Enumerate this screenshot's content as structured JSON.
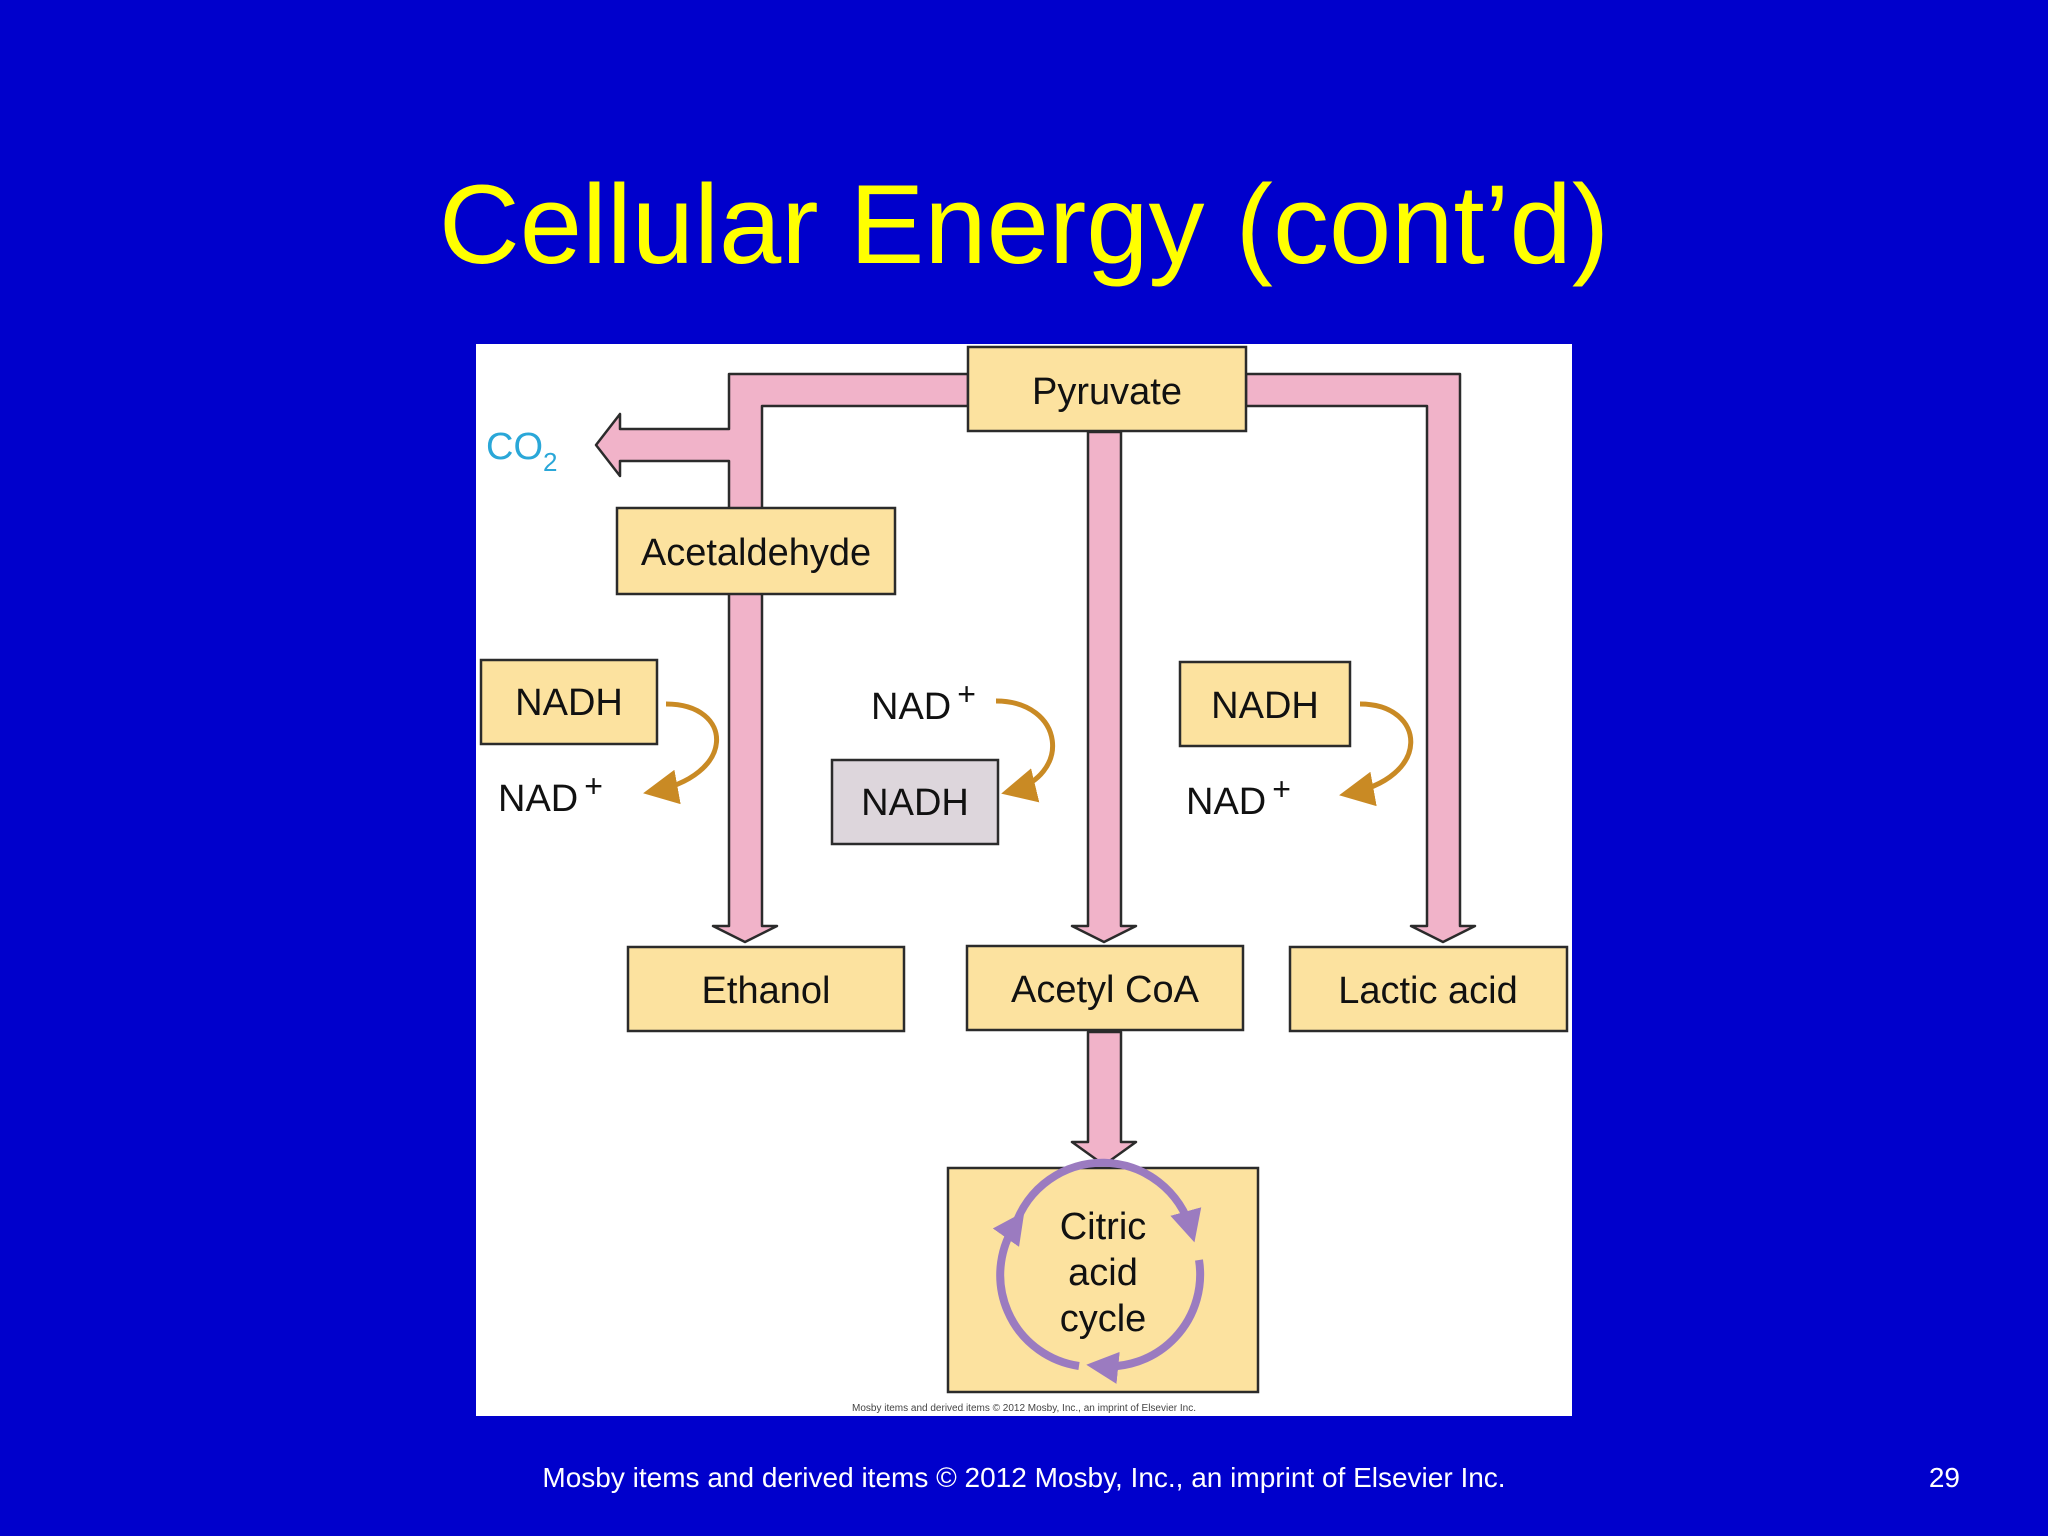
{
  "slide": {
    "title": "Cellular Energy (cont’d)",
    "footer": "Mosby items and derived items © 2012 Mosby, Inc., an imprint of Elsevier Inc.",
    "page_number": "29"
  },
  "diagram": {
    "nodes": {
      "pyruvate": "Pyruvate",
      "co2_main": "CO",
      "co2_sub": "2",
      "acetaldehyde": "Acetaldehyde",
      "left_nadh": "NADH",
      "left_nad": "NAD",
      "left_nad_sup": "+",
      "mid_nad": "NAD",
      "mid_nad_sup": "+",
      "mid_nadh": "NADH",
      "right_nadh": "NADH",
      "right_nad": "NAD",
      "right_nad_sup": "+",
      "ethanol": "Ethanol",
      "acetyl_coa": "Acetyl CoA",
      "lactic_acid": "Lactic acid",
      "cycle_line1": "Citric",
      "cycle_line2": "acid",
      "cycle_line3": "cycle"
    },
    "image_credit": "Mosby items and derived items © 2012 Mosby, Inc., an imprint of Elsevier Inc."
  },
  "colors": {
    "background": "#0000CC",
    "title": "#FFFF00",
    "box_fill": "#FCE29F",
    "nadh_gray_fill": "#DDD6DC",
    "pathway_pink": "#F1B3C9",
    "reaction_arrow": "#C98A24",
    "co2": "#2AA7D8",
    "cycle_purple": "#9B7BC0"
  }
}
